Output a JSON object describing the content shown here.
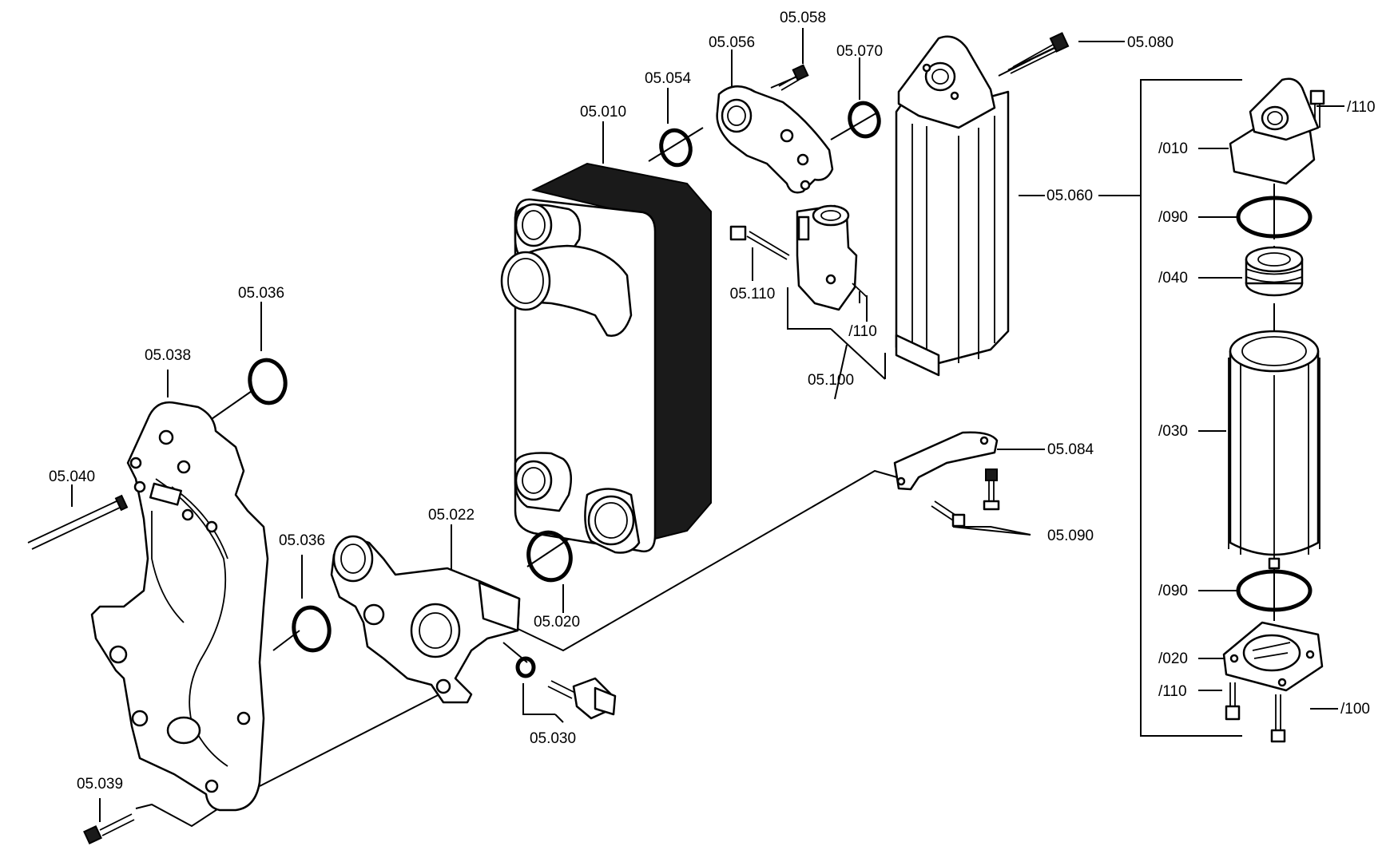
{
  "diagram": {
    "labels": {
      "l_05058": "05.058",
      "l_05080": "05.080",
      "l_05056": "05.056",
      "l_05070": "05.070",
      "l_05054": "05.054",
      "l_05010": "05.010",
      "l_05060": "05.060",
      "l_05110": "05.110",
      "l_110a": "/110",
      "l_05100": "05.100",
      "l_05036a": "05.036",
      "l_05038": "05.038",
      "l_05040": "05.040",
      "l_05036b": "05.036",
      "l_05022": "05.022",
      "l_05020": "05.020",
      "l_05084": "05.084",
      "l_05090": "05.090",
      "l_05030": "05.030",
      "l_05039": "05.039",
      "l_110b": "/110",
      "l_010": "/010",
      "l_090a": "/090",
      "l_040": "/040",
      "l_030": "/030",
      "l_090b": "/090",
      "l_020": "/020",
      "l_110c": "/110",
      "l_100": "/100"
    }
  }
}
